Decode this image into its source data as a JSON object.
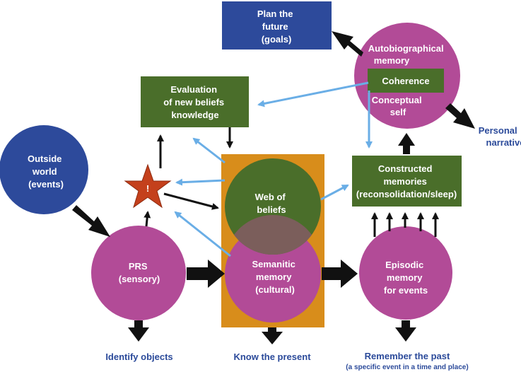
{
  "nodes": {
    "plan_future": [
      "Plan the",
      "future",
      "(goals)"
    ],
    "autobiographical": [
      "Autobiographical",
      "memory"
    ],
    "coherence": "Coherence",
    "conceptual_self": [
      "Conceptual",
      "self"
    ],
    "evaluation": [
      "Evaluation",
      "of new beliefs",
      "knowledge"
    ],
    "outside_world": [
      "Outside",
      "world",
      "(events)"
    ],
    "star": "!",
    "web_of_beliefs": [
      "Web of",
      "beliefs"
    ],
    "constructed": [
      "Constructed",
      "memories",
      "(reconsolidation/sleep)"
    ],
    "prs": [
      "PRS",
      "(sensory)"
    ],
    "semantic": [
      "Semanitic",
      "memory",
      "(cultural)"
    ],
    "episodic": [
      "Episodic",
      "memory",
      "for events"
    ]
  },
  "outputs": {
    "personal_narrative": [
      "Personal",
      "narrative"
    ],
    "identify_objects": "Identify  objects",
    "know_present": "Know the present",
    "remember_past": "Remember the past",
    "remember_past_sub": "(a specific event in a time and place)"
  },
  "colors": {
    "blue_box": "#2d4a9b",
    "green_box": "#4a6e2a",
    "magenta": "#b24b97",
    "orange": "#d88d1b",
    "star": "#c4401c",
    "arrow_black": "#111111",
    "arrow_blue": "#6aaee6",
    "label_blue": "#2b4a9a"
  }
}
